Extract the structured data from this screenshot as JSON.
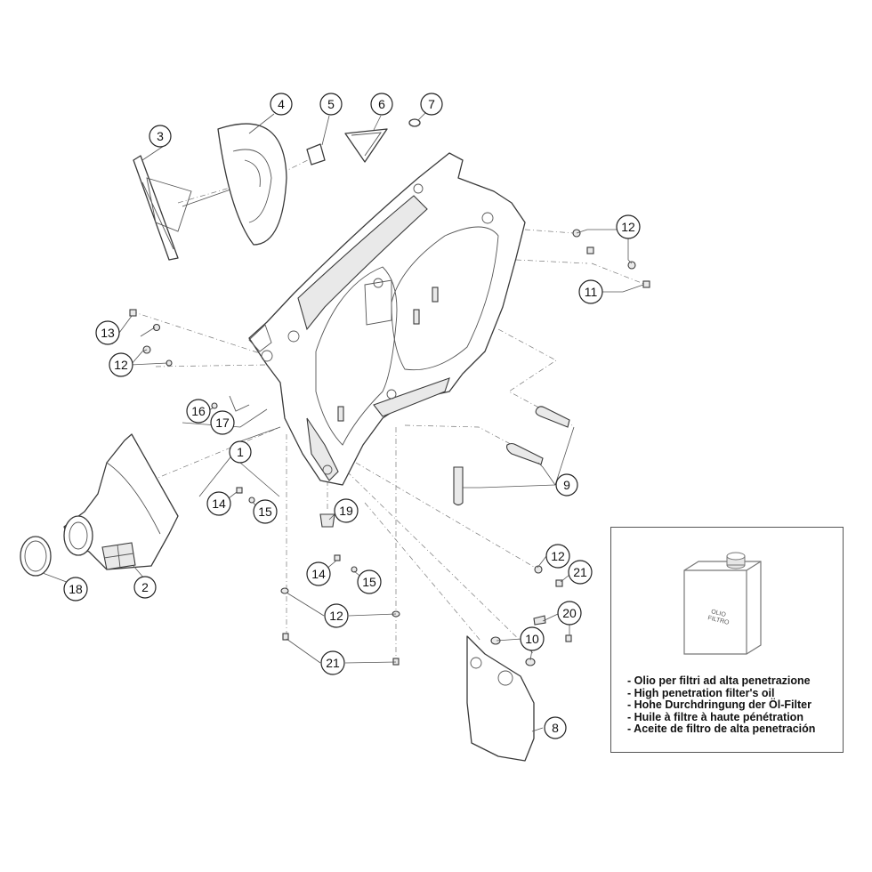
{
  "callouts": [
    "1",
    "2",
    "3",
    "4",
    "5",
    "6",
    "7",
    "8",
    "9",
    "10",
    "11",
    "12",
    "13",
    "14",
    "15",
    "16",
    "17",
    "18",
    "19",
    "20",
    "21"
  ],
  "oil_note": {
    "can_label": "OLIO\nFILTRO",
    "lines": [
      "- Olio per filtri ad alta penetrazione",
      "- High penetration filter's oil",
      "- Hohe Durchdringung der Öl-Filter",
      "- Huile à filtre à haute pénétration",
      "- Aceite de filtro de alta penetración"
    ]
  }
}
